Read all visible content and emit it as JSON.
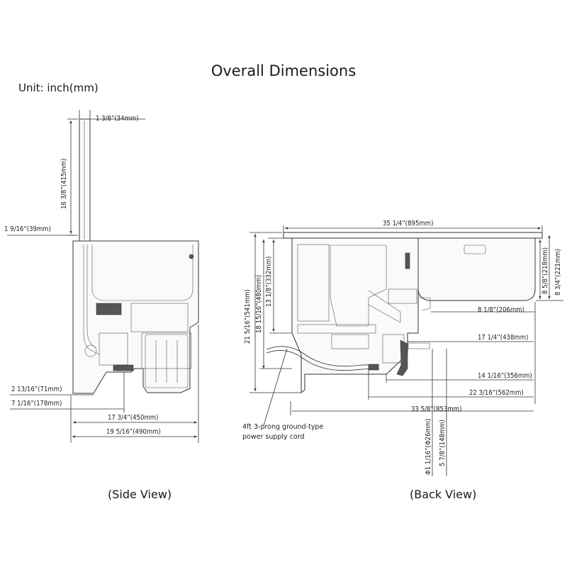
{
  "title": "Overall Dimensions",
  "unit_label": "Unit: inch(mm)",
  "side_view": {
    "caption": "(Side View)",
    "dims": {
      "lid_thickness": "1 3/8”(34mm)",
      "lid_height": "16 3/8”(415mm)",
      "hinge_offset": "1 9/16”(39mm)",
      "inlet_offset": "2 13/16”(71mm)",
      "outlet_offset": "7 1/16”(178mm)",
      "base_depth": "17 3/4”(450mm)",
      "total_depth": "19 5/16”(490mm)"
    }
  },
  "back_view": {
    "caption": "(Back View)",
    "dims": {
      "total_width": "35 1/4”(895mm)",
      "total_height": "21 5/16”(541mm)",
      "tub_height": "18 15/16”(480mm)",
      "inner_height": "13 1/8”(332mm)",
      "sink_depth_a": "8 5/8”(218mm)",
      "sink_depth_b": "8 3/4”(221mm)",
      "drain_offset_a": "8 1/8”(206mm)",
      "drain_offset_b": "17 1/4”(438mm)",
      "drain_offset_c": "14 1/16”(356mm)",
      "drain_offset_d": "22 3/16”(562mm)",
      "base_width": "33 5/8”(853mm)",
      "pipe_diameter": "Φ1 1/16”(Φ26mm)",
      "pipe_height": "5 7/8”(148mm)"
    },
    "cord_note_line1": "4ft 3-prong ground-type",
    "cord_note_line2": "power supply cord"
  }
}
